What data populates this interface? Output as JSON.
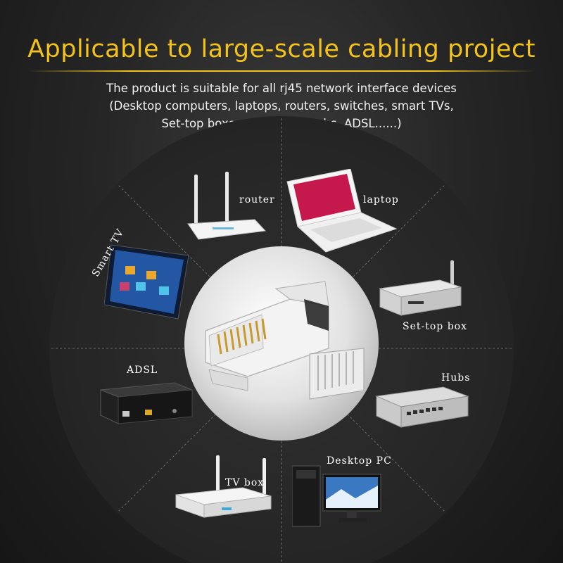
{
  "headline": "Applicable to large-scale cabling project",
  "subtitle_lines": [
    "The product is suitable for all rj45 network interface devices",
    "(Desktop computers, laptops, routers, switches, smart TVs,",
    "Set-top boxes, TV boxes, hubs, ADSL......)"
  ],
  "devices": {
    "router": "router",
    "laptop": "laptop",
    "settop": "Set-top box",
    "hubs": "Hubs",
    "desktop": "Desktop PC",
    "tvbox": "TV box",
    "adsl": "ADSL",
    "smarttv": "Smart TV"
  },
  "icons": [
    "router-icon",
    "laptop-icon",
    "settop-box-icon",
    "hub-icon",
    "desktop-pc-icon",
    "tv-box-icon",
    "adsl-modem-icon",
    "smart-tv-icon",
    "rj45-connector-icon"
  ],
  "colors": {
    "accent": "#f3c21b",
    "background": "#1e1e1e",
    "disc": "#2b2b2b",
    "hub": "#d8d8d8"
  }
}
